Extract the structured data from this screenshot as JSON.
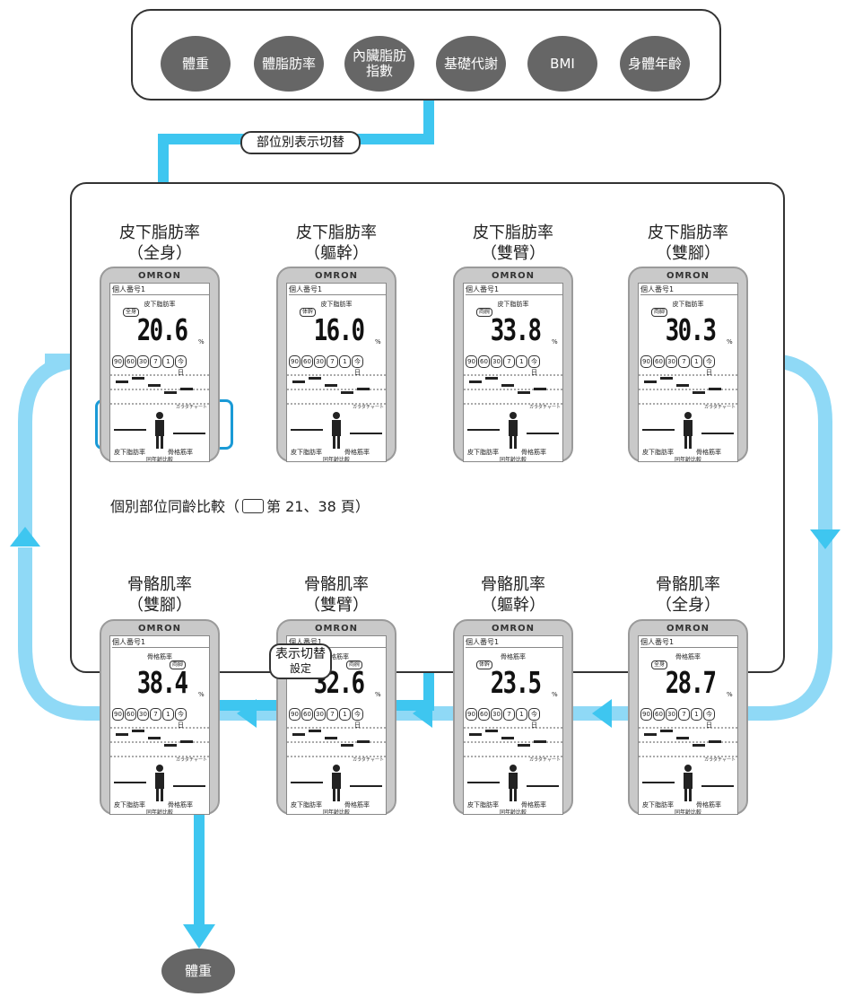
{
  "top_modes": [
    {
      "line1": "體重",
      "line2": ""
    },
    {
      "line1": "體脂肪率",
      "line2": ""
    },
    {
      "line1": "內臟脂肪",
      "line2": "指數"
    },
    {
      "line1": "基礎代謝",
      "line2": ""
    },
    {
      "line1": "BMI",
      "line2": ""
    },
    {
      "line1": "身體年齡",
      "line2": ""
    }
  ],
  "switch_part_label": "部位別表示切替",
  "switch_display_label_line1": "表示切替",
  "switch_display_label_line2": "設定",
  "bottom_mode": "體重",
  "reference_text": "個別部位同齡比較（",
  "reference_pages": "第 21、38 頁）",
  "device_common": {
    "logo": "OMRON",
    "personal": "個人番号1",
    "percent": "%",
    "history": [
      "90",
      "60",
      "30",
      "7",
      "1",
      "今日"
    ],
    "chart_label": "カラダチャート",
    "subcutaneous_label": "皮下脂肪率",
    "skeletal_label": "骨格筋率",
    "age_compare": "同年齢比較"
  },
  "panels_top": [
    {
      "title1": "皮下脂肪率",
      "title2": "（全身）",
      "metric": "皮下脂肪率",
      "part": "全身",
      "value": "20.6"
    },
    {
      "title1": "皮下脂肪率",
      "title2": "（軀幹）",
      "metric": "皮下脂肪率",
      "part": "体幹",
      "value": "16.0"
    },
    {
      "title1": "皮下脂肪率",
      "title2": "（雙臂）",
      "metric": "皮下脂肪率",
      "part": "両腕",
      "value": "33.8"
    },
    {
      "title1": "皮下脂肪率",
      "title2": "（雙腳）",
      "metric": "皮下脂肪率",
      "part": "両脚",
      "value": "30.3"
    }
  ],
  "panels_bottom": [
    {
      "title1": "骨骼肌率",
      "title2": "（雙腳）",
      "metric": "骨格筋率",
      "part": "両脚",
      "value": "38.4"
    },
    {
      "title1": "骨骼肌率",
      "title2": "（雙臂）",
      "metric": "骨格筋率",
      "part": "両腕",
      "value": "32.6"
    },
    {
      "title1": "骨骼肌率",
      "title2": "（軀幹）",
      "metric": "骨格筋率",
      "part": "体幹",
      "value": "23.5"
    },
    {
      "title1": "骨骼肌率",
      "title2": "（全身）",
      "metric": "骨格筋率",
      "part": "全身",
      "value": "28.7"
    }
  ],
  "colors": {
    "flow": "#3ec6f0",
    "pill": "#666666",
    "highlight": "#1a9ad6"
  }
}
